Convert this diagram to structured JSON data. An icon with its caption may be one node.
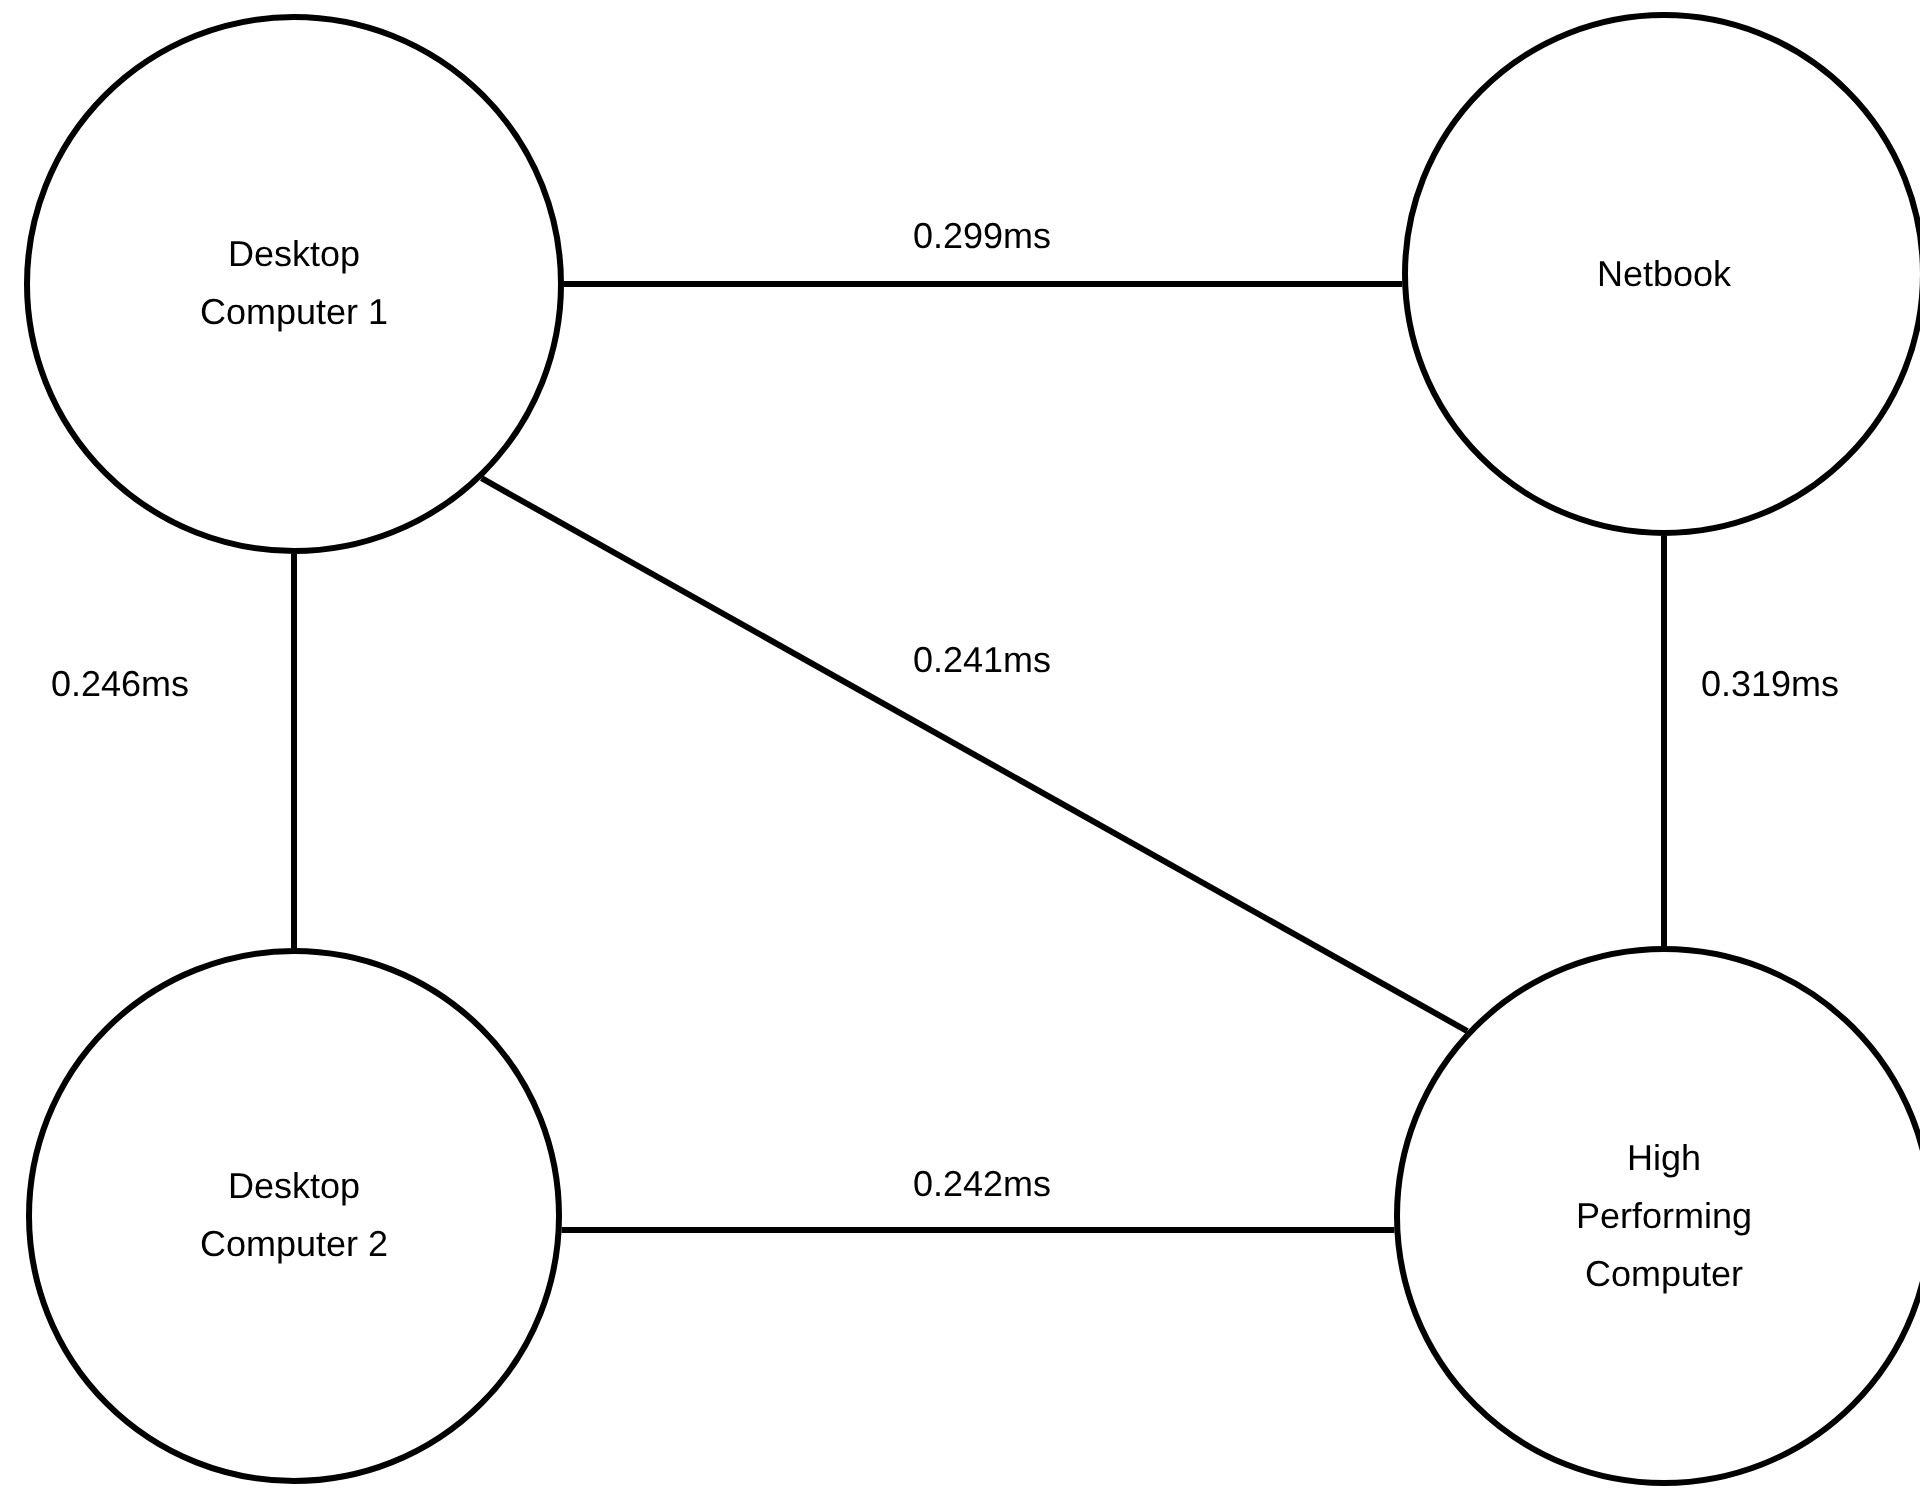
{
  "diagram": {
    "nodes": [
      {
        "text": [
          "Desktop Computer 1"
        ]
      },
      {
        "text": [
          "Netbook"
        ]
      },
      {
        "text": [
          "Desktop Computer 2"
        ]
      },
      {
        "text": [
          "High Performing Computer"
        ]
      }
    ],
    "edges": [
      {
        "from": 0,
        "to": 1,
        "arrow": "none",
        "label": "0.299ms"
      },
      {
        "from": 0,
        "to": 2,
        "arrow": "none",
        "label": "0.246ms"
      },
      {
        "from": 0,
        "to": 3,
        "arrow": "none",
        "label": "0.241ms"
      },
      {
        "from": 1,
        "to": 3,
        "arrow": "none",
        "label": "0.319ms"
      },
      {
        "from": 2,
        "to": 3,
        "arrow": "none",
        "label": "0.242ms"
      }
    ]
  }
}
